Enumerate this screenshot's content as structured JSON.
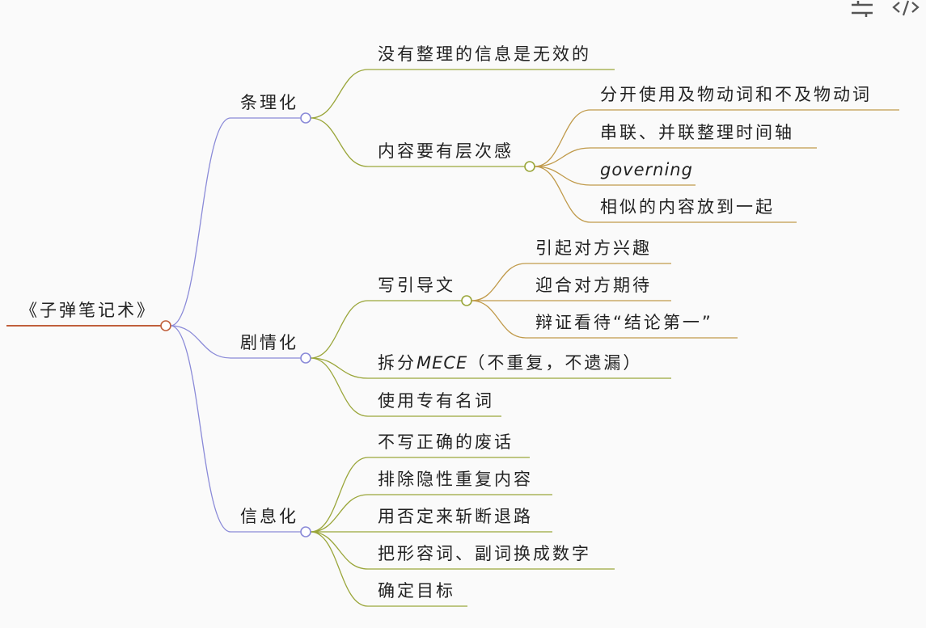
{
  "toolbar": {
    "icons": [
      "sliders-icon",
      "code-icon"
    ]
  },
  "colors": {
    "root": "#c0603c",
    "level1": "#8a8ad8",
    "level2": "#9aa63a",
    "level3": "#c09a4a"
  },
  "mindmap": {
    "label": "《子弹笔记术》",
    "children": [
      {
        "label": "条理化",
        "children": [
          {
            "label": "没有整理的信息是无效的"
          },
          {
            "label": "内容要有层次感",
            "children": [
              {
                "label": "分开使用及物动词和不及物动词"
              },
              {
                "label": "串联、并联整理时间轴"
              },
              {
                "label": "governing"
              },
              {
                "label": "相似的内容放到一起"
              }
            ]
          }
        ]
      },
      {
        "label": "剧情化",
        "children": [
          {
            "label": "写引导文",
            "children": [
              {
                "label": "引起对方兴趣"
              },
              {
                "label": "迎合对方期待"
              },
              {
                "label": "辩证看待“结论第一”"
              }
            ]
          },
          {
            "label": "拆分MECE（不重复，不遗漏）"
          },
          {
            "label": "使用专有名词"
          }
        ]
      },
      {
        "label": "信息化",
        "children": [
          {
            "label": "不写正确的废话"
          },
          {
            "label": "排除隐性重复内容"
          },
          {
            "label": "用否定来斩断退路"
          },
          {
            "label": "把形容词、副词换成数字"
          },
          {
            "label": "确定目标"
          }
        ]
      }
    ]
  }
}
